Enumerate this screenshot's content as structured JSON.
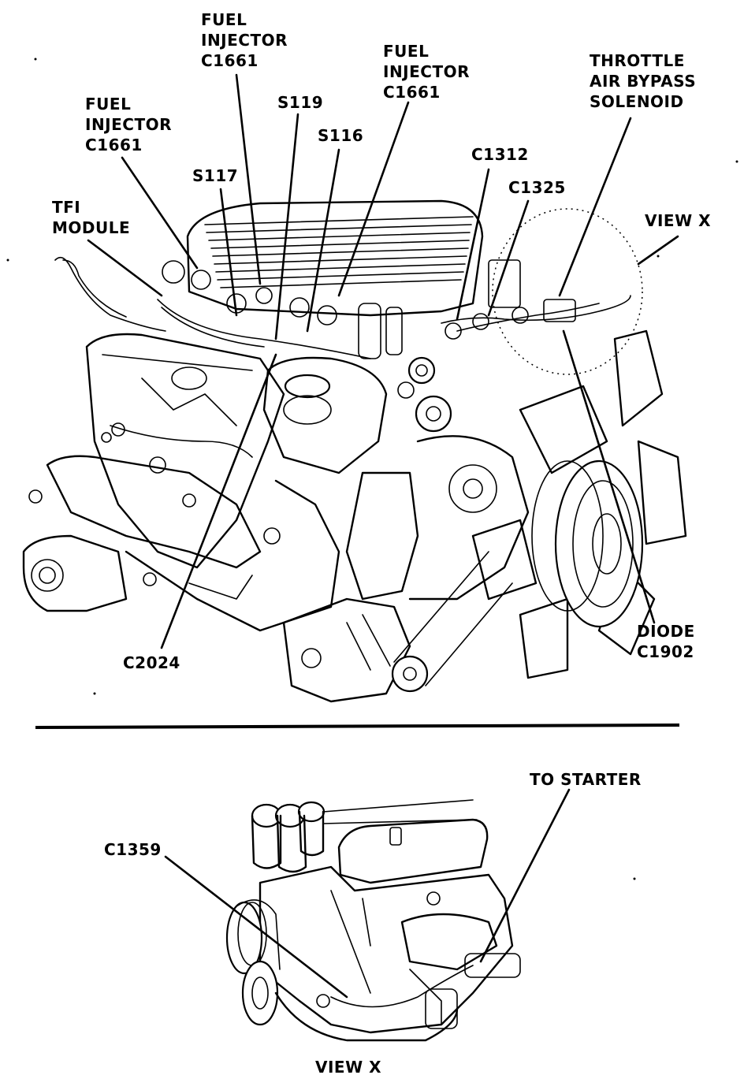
{
  "diagram": {
    "labels": {
      "fuel_injector_left": [
        "FUEL",
        "INJECTOR",
        "C1661"
      ],
      "fuel_injector_top": [
        "FUEL",
        "INJECTOR",
        "C1661"
      ],
      "fuel_injector_right": [
        "FUEL",
        "INJECTOR",
        "C1661"
      ],
      "s119": "S119",
      "s116": "S116",
      "s117": "S117",
      "tfi_module": [
        "TFI",
        "MODULE"
      ],
      "throttle_air_bypass": [
        "THROTTLE",
        "AIR BYPASS",
        "SOLENOID"
      ],
      "c1312": "C1312",
      "c1325": "C1325",
      "view_x_callout": "VIEW X",
      "diode": [
        "DIODE",
        "C1902"
      ],
      "c2024": "C2024",
      "to_starter": "TO STARTER",
      "c1359": "C1359",
      "view_x_caption": "VIEW X"
    }
  }
}
